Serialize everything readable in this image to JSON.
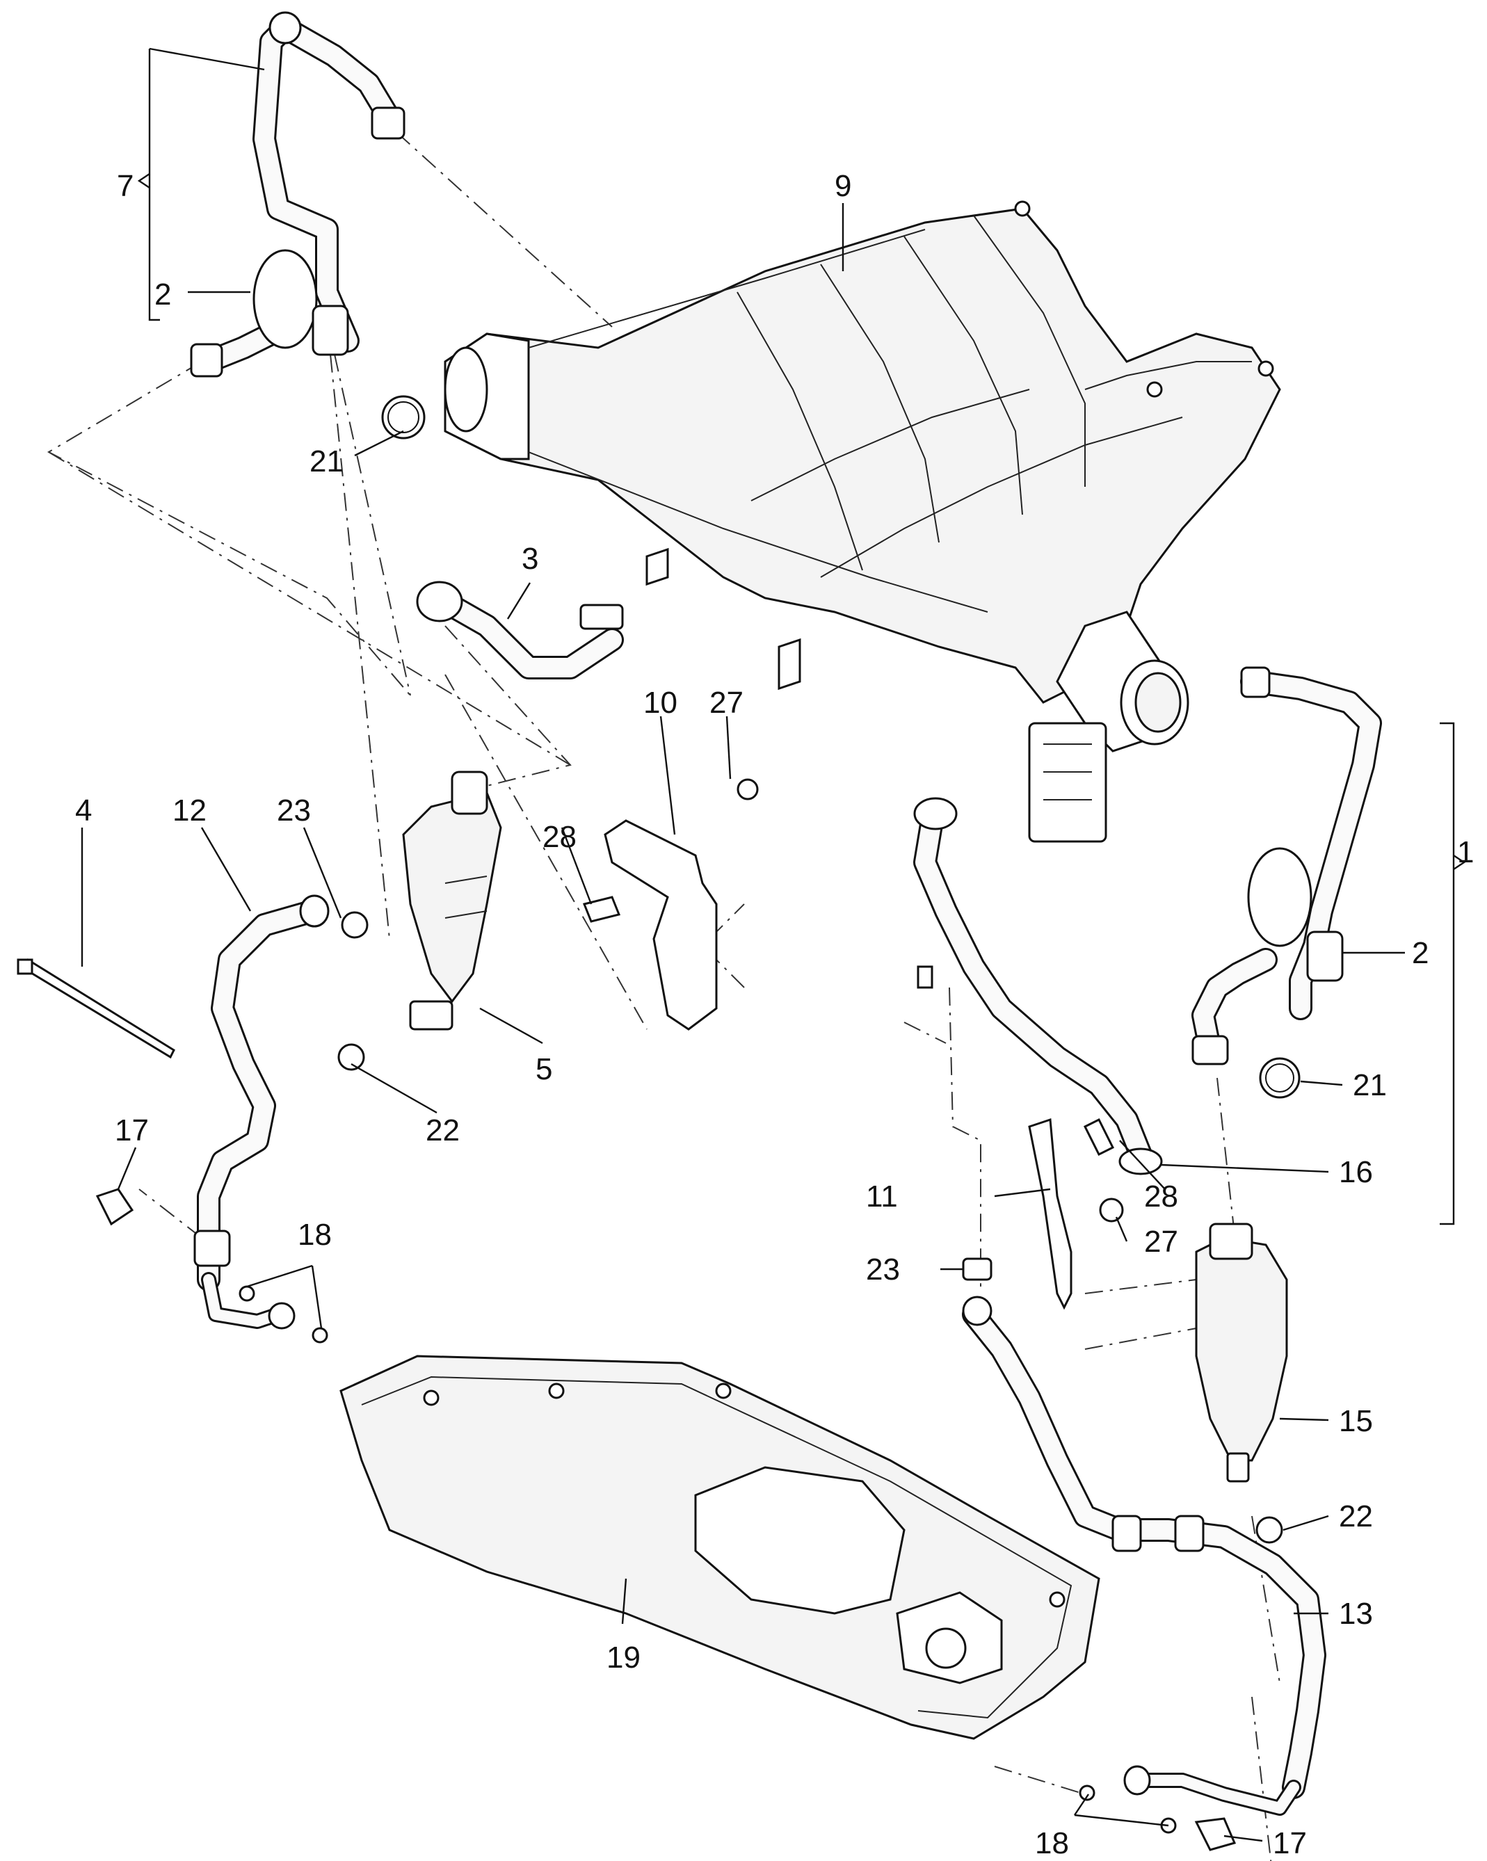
{
  "diagram": {
    "callouts": [
      {
        "id": "c7",
        "label": "7"
      },
      {
        "id": "c2a",
        "label": "2"
      },
      {
        "id": "c21a",
        "label": "21"
      },
      {
        "id": "c9",
        "label": "9"
      },
      {
        "id": "c3",
        "label": "3"
      },
      {
        "id": "c10",
        "label": "10"
      },
      {
        "id": "c27a",
        "label": "27"
      },
      {
        "id": "c28a",
        "label": "28"
      },
      {
        "id": "c4",
        "label": "4"
      },
      {
        "id": "c12",
        "label": "12"
      },
      {
        "id": "c23a",
        "label": "23"
      },
      {
        "id": "c5",
        "label": "5"
      },
      {
        "id": "c22a",
        "label": "22"
      },
      {
        "id": "c17a",
        "label": "17"
      },
      {
        "id": "c18a",
        "label": "18"
      },
      {
        "id": "c1",
        "label": "1"
      },
      {
        "id": "c2b",
        "label": "2"
      },
      {
        "id": "c21b",
        "label": "21"
      },
      {
        "id": "c16",
        "label": "16"
      },
      {
        "id": "c28b",
        "label": "28"
      },
      {
        "id": "c11",
        "label": "11"
      },
      {
        "id": "c27b",
        "label": "27"
      },
      {
        "id": "c23b",
        "label": "23"
      },
      {
        "id": "c15",
        "label": "15"
      },
      {
        "id": "c22b",
        "label": "22"
      },
      {
        "id": "c13",
        "label": "13"
      },
      {
        "id": "c19",
        "label": "19"
      },
      {
        "id": "c18b",
        "label": "18"
      },
      {
        "id": "c17b",
        "label": "17"
      }
    ]
  }
}
